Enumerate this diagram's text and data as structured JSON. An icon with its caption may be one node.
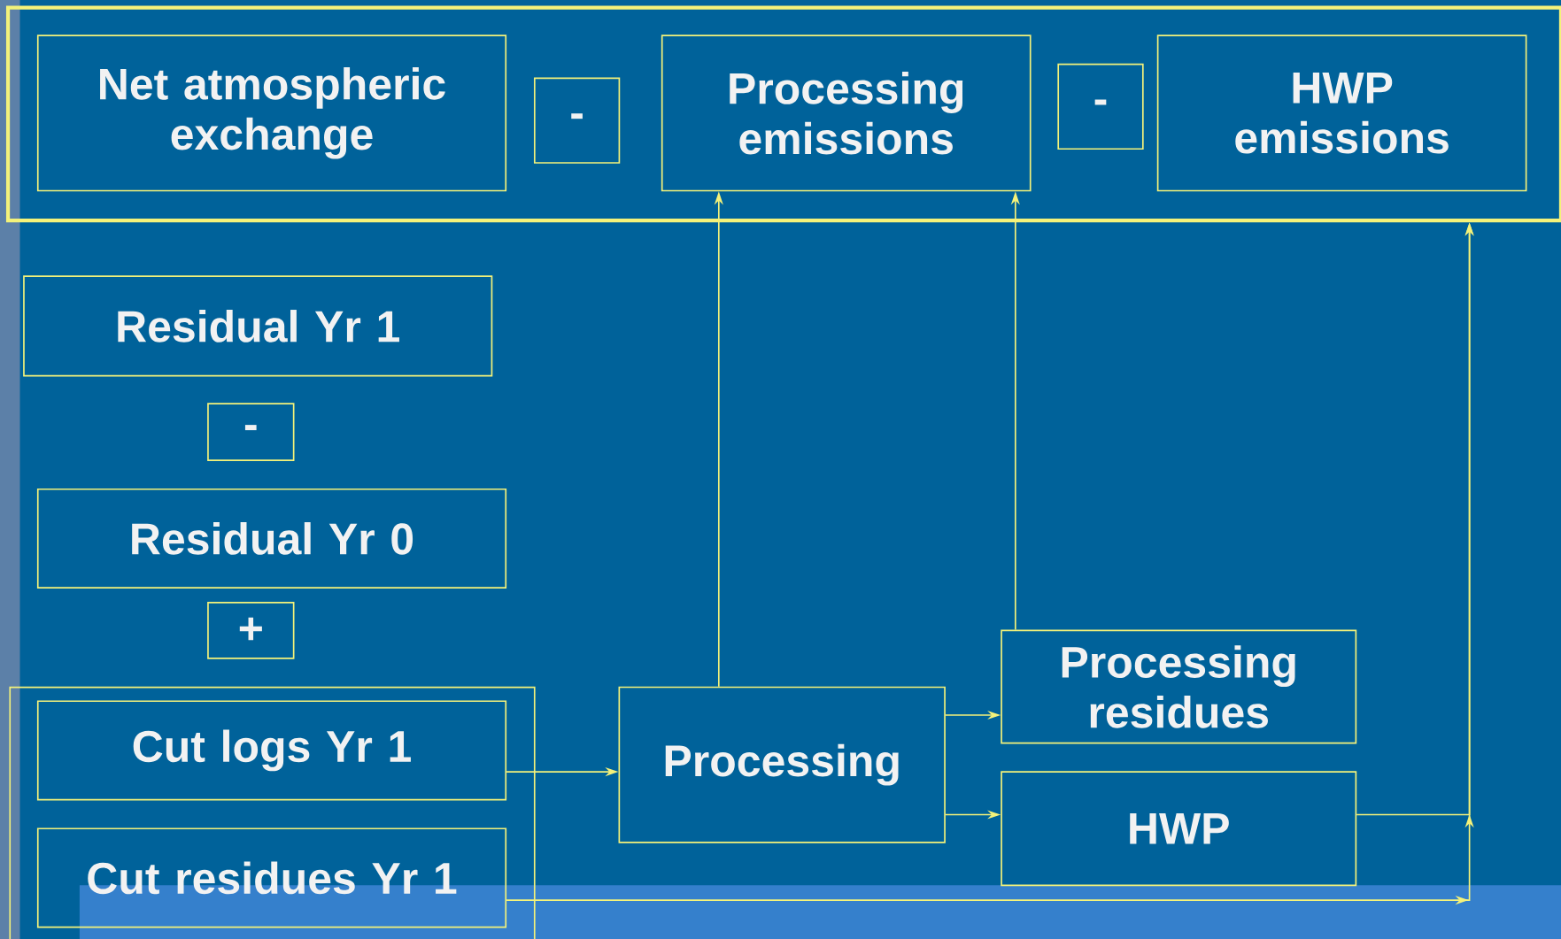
{
  "diagram": {
    "nodes": [
      {
        "text": [],
        "shape": "box"
      },
      {
        "text": [
          "Net atmospheric exchange"
        ],
        "in": 0
      },
      {
        "text": [
          "-"
        ],
        "in": 0
      },
      {
        "text": [
          "Processing emissions"
        ],
        "in": 0
      },
      {
        "text": [
          "-"
        ],
        "in": 0
      },
      {
        "text": [
          "HWP emissions"
        ],
        "in": 0
      },
      {
        "text": [
          "Residual Yr 1"
        ]
      },
      {
        "text": [
          "-"
        ]
      },
      {
        "text": [
          "Residual Yr 0"
        ]
      },
      {
        "text": [
          "+"
        ]
      },
      {
        "text": [],
        "shape": "box"
      },
      {
        "text": [
          "Cut logs Yr 1"
        ],
        "in": 10
      },
      {
        "text": [
          "Cut residues Yr 1"
        ],
        "in": 10
      },
      {
        "text": [
          "Processing"
        ]
      },
      {
        "text": [
          "Processing residues"
        ]
      },
      {
        "text": [
          "HWP"
        ]
      }
    ],
    "edges": [
      {
        "from": 11,
        "to": 13,
        "arrow": "to"
      },
      {
        "from": 13,
        "to": 3,
        "arrow": "to"
      },
      {
        "from": 14,
        "to": 3,
        "arrow": "to"
      },
      {
        "from": 13,
        "to": 14,
        "arrow": "to"
      },
      {
        "from": 13,
        "to": 15,
        "arrow": "to"
      },
      {
        "from": 15,
        "to": 0,
        "arrow": "to"
      },
      {
        "from": 12,
        "to": 0,
        "arrow": "to"
      }
    ]
  }
}
